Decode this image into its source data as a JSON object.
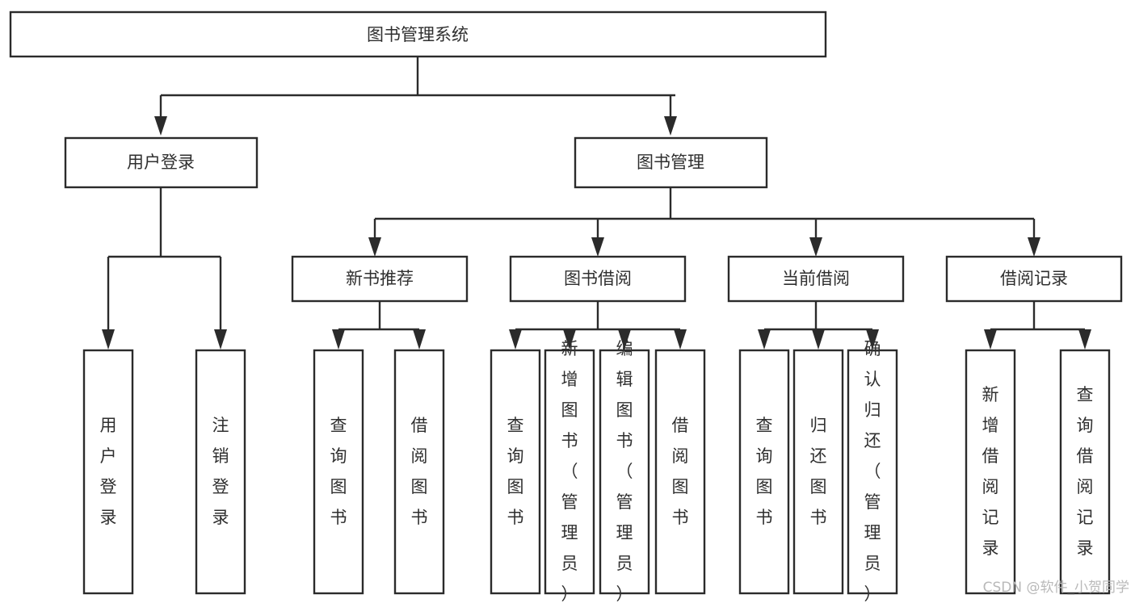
{
  "diagram": {
    "kind": "tree-hierarchy-chart",
    "title_node": {
      "label": "图书管理系统"
    },
    "level2": [
      {
        "id": "user-login",
        "label": "用户登录"
      },
      {
        "id": "book-manage",
        "label": "图书管理"
      }
    ],
    "level3": [
      {
        "id": "new-book-rec",
        "label": "新书推荐",
        "parent": "book-manage"
      },
      {
        "id": "book-borrow",
        "label": "图书借阅",
        "parent": "book-manage"
      },
      {
        "id": "current-borrow",
        "label": "当前借阅",
        "parent": "book-manage"
      },
      {
        "id": "borrow-record",
        "label": "借阅记录",
        "parent": "book-manage"
      }
    ],
    "leaves": {
      "user-login": [
        {
          "id": "leaf-user-login",
          "label": "用户登录"
        },
        {
          "id": "leaf-logout",
          "label": "注销登录"
        }
      ],
      "new-book-rec": [
        {
          "id": "leaf-query-book-1",
          "label": "查询图书"
        },
        {
          "id": "leaf-borrow-book-1",
          "label": "借阅图书"
        }
      ],
      "book-borrow": [
        {
          "id": "leaf-query-book-2",
          "label": "查询图书"
        },
        {
          "id": "leaf-add-book",
          "label": "新增图书（管理员）"
        },
        {
          "id": "leaf-edit-book",
          "label": "编辑图书（管理员）"
        },
        {
          "id": "leaf-borrow-book-2",
          "label": "借阅图书"
        }
      ],
      "current-borrow": [
        {
          "id": "leaf-query-book-3",
          "label": "查询图书"
        },
        {
          "id": "leaf-return-book",
          "label": "归还图书"
        },
        {
          "id": "leaf-confirm-return",
          "label": "确认归还（管理员）"
        }
      ],
      "borrow-record": [
        {
          "id": "leaf-add-record",
          "label": "新增借阅记录"
        },
        {
          "id": "leaf-query-record",
          "label": "查询借阅记录"
        }
      ]
    }
  },
  "watermark": {
    "text": "CSDN @软件_小贺同学"
  },
  "colors": {
    "stroke": "#2b2b2b",
    "box_fill": "#ffffff",
    "text": "#2f2f2f",
    "background": "#ffffff",
    "watermark": "#b9b9b9"
  }
}
